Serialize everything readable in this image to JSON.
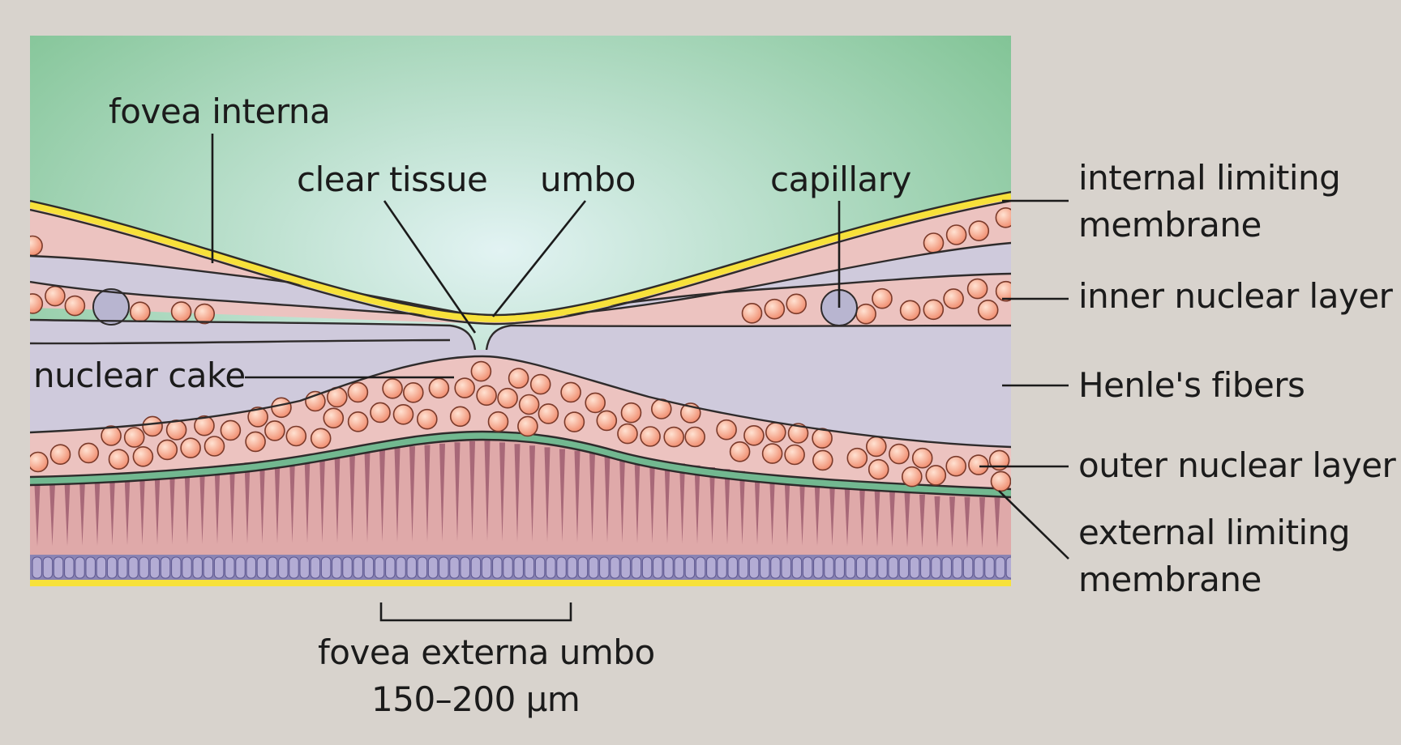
{
  "labels": {
    "fovea_interna": "fovea interna",
    "clear_tissue": "clear tissue",
    "umbo": "umbo",
    "capillary": "capillary",
    "nuclear_cake": "nuclear cake",
    "internal_limiting_membrane": [
      "internal limiting",
      "membrane"
    ],
    "inner_nuclear_layer": "inner nuclear layer",
    "henles_fibers": "Henle's fibers",
    "outer_nuclear_layer": "outer nuclear layer",
    "external_limiting_membrane": [
      "external limiting",
      "membrane"
    ],
    "fovea_externa_umbo": "fovea externa umbo",
    "width": "150–200 μm"
  },
  "colors": {
    "background": "#d8d3cd",
    "vitreous_center": "#e2f3f3",
    "vitreous_edge": "#82c496",
    "internal_limiting_membrane": "#f7e13a",
    "nuclear_layer": "#ecc3c0",
    "henle_fibers": "#cfcadc",
    "nucleus_cell": "#f08a6c",
    "capillary": "#b8b5d0",
    "external_limiting_membrane": "#72b890",
    "photoreceptor_layer": "#dfa9a9",
    "photoreceptor_cone": "#a86878",
    "rpe_cells": "#b3acd4",
    "bruchs_line": "#f7e13a"
  }
}
